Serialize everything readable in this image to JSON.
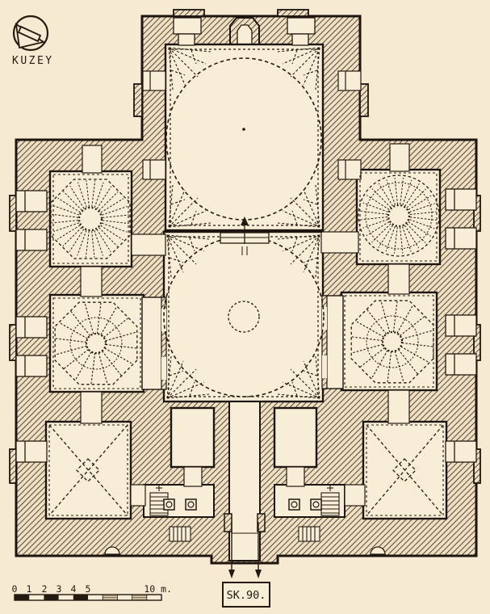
{
  "drawing": {
    "type": "architectural-floor-plan",
    "subject": "mosque-plan-with-domes"
  },
  "colors": {
    "paper": "#f6ead2",
    "room_fill": "#f8edd6",
    "ink": "#241a10",
    "wall_hatch_line": "#3b2d1d",
    "wall_hatch_bg": "#efe0c4",
    "scale_hatch": "#9b8a70"
  },
  "north": {
    "label": "KUZEY"
  },
  "scalebar": {
    "ticks": [
      "0",
      "1",
      "2",
      "3",
      "4",
      "5"
    ],
    "end_label": "10 m."
  },
  "reference": {
    "label": "SK.90."
  }
}
